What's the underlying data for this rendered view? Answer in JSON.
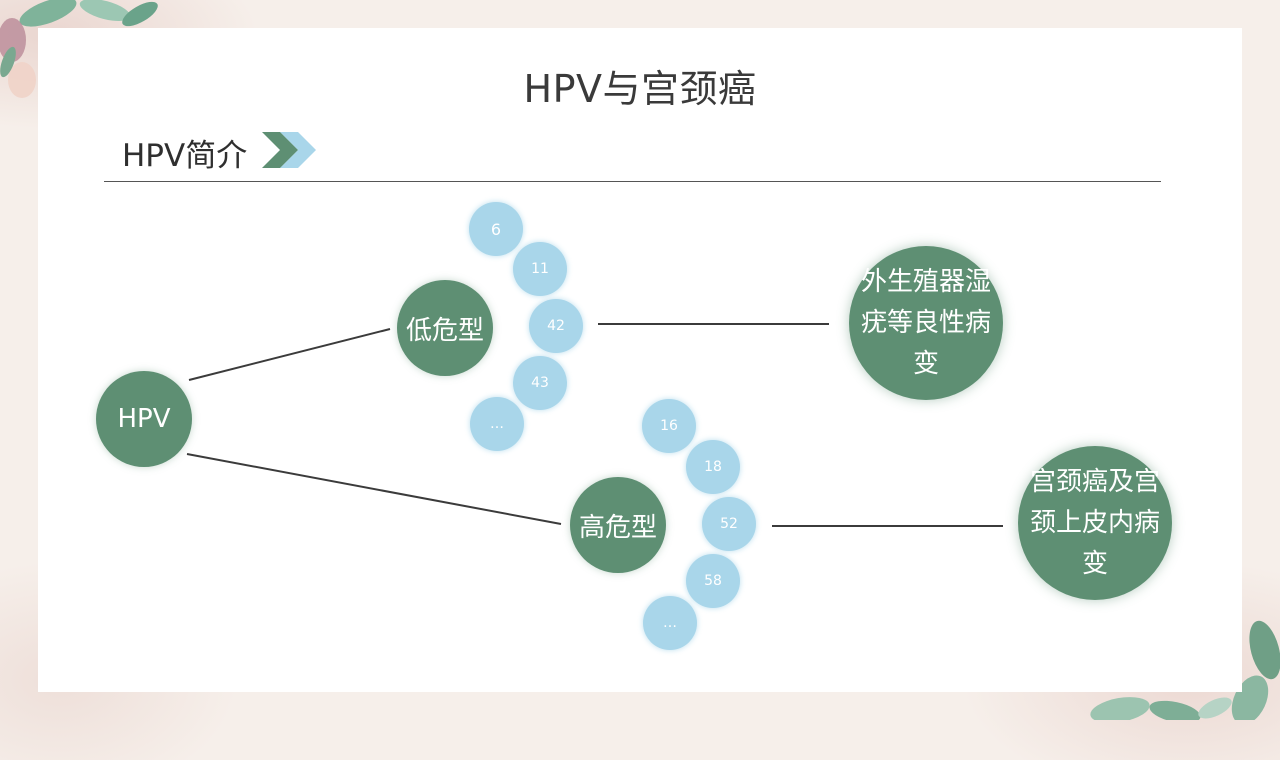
{
  "title": "HPV与宫颈癌",
  "section": {
    "label": "HPV简介"
  },
  "nodes": {
    "root": "HPV",
    "low_risk": "低危型",
    "high_risk": "高危型"
  },
  "low_risk_types": [
    "6",
    "11",
    "42",
    "43",
    "…"
  ],
  "high_risk_types": [
    "16",
    "18",
    "52",
    "58",
    "…"
  ],
  "outcomes": {
    "low_risk": "外生殖器湿疣等良性病变",
    "high_risk": "宫颈癌及宫颈上皮内病变"
  },
  "colors": {
    "node_green": "#5e8f73",
    "type_blue": "#a9d6ea",
    "chevron_green": "#5e8f73",
    "chevron_blue": "#a9d6ea"
  }
}
